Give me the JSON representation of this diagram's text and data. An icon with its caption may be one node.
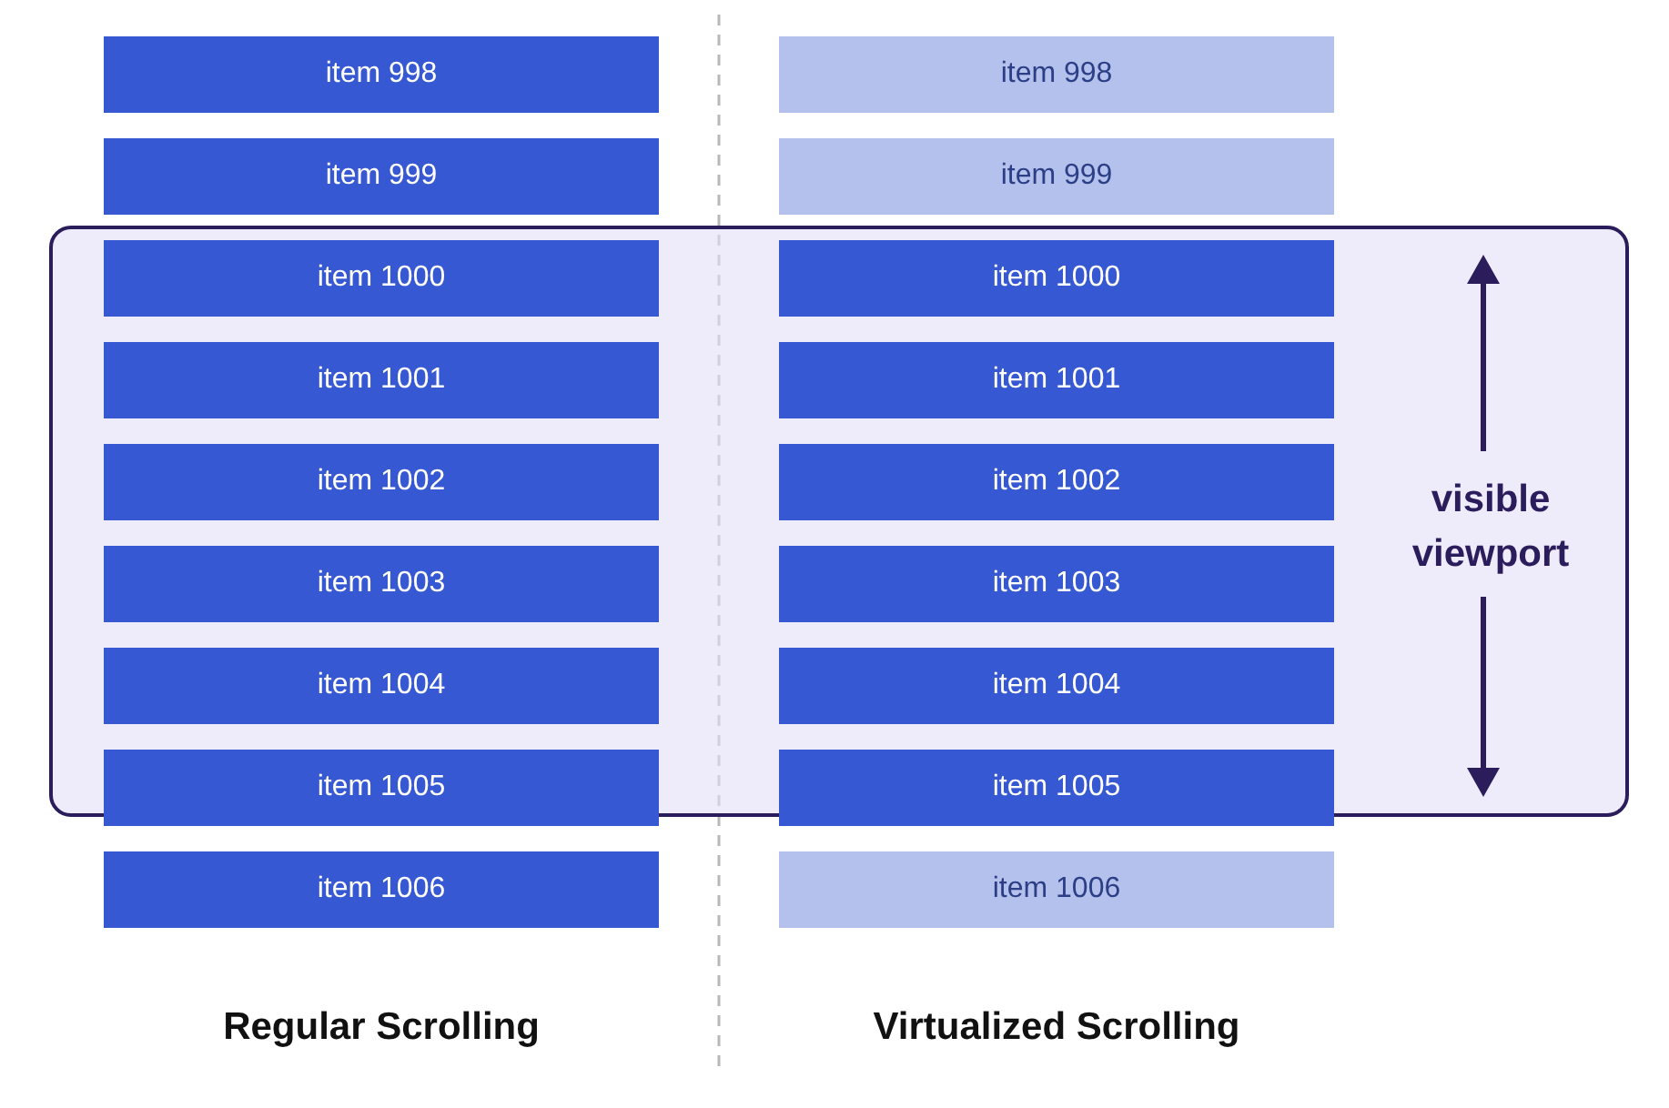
{
  "diagram": {
    "nodes": [
      {
        "text": [
          "item 998"
        ]
      },
      {
        "text": [
          "item 998"
        ]
      },
      {
        "text": [
          "item 999"
        ]
      },
      {
        "text": [
          "item 999"
        ]
      },
      {
        "text": [
          "visible viewport"
        ]
      },
      {
        "text": [
          "item 1000"
        ],
        "in": 4
      },
      {
        "text": [
          "item 1000"
        ],
        "in": 4
      },
      {
        "text": [
          "item 1001"
        ],
        "in": 4
      },
      {
        "text": [
          "item 1001"
        ],
        "in": 4
      },
      {
        "text": [
          "item 1002"
        ],
        "in": 4
      },
      {
        "text": [
          "item 1002"
        ],
        "in": 4
      },
      {
        "text": [
          "item 1003"
        ],
        "in": 4
      },
      {
        "text": [
          "item 1003"
        ],
        "in": 4
      },
      {
        "text": [
          "item 1004"
        ],
        "in": 4
      },
      {
        "text": [
          "item 1004"
        ],
        "in": 4
      },
      {
        "text": [
          "item 1005"
        ]
      },
      {
        "text": [
          "item 1005"
        ]
      },
      {
        "text": [
          "item 1006"
        ]
      },
      {
        "text": [
          "item 1006"
        ]
      }
    ],
    "edges": [],
    "labels": [
      "Regular Scrolling",
      "Virtualized Scrolling"
    ]
  }
}
